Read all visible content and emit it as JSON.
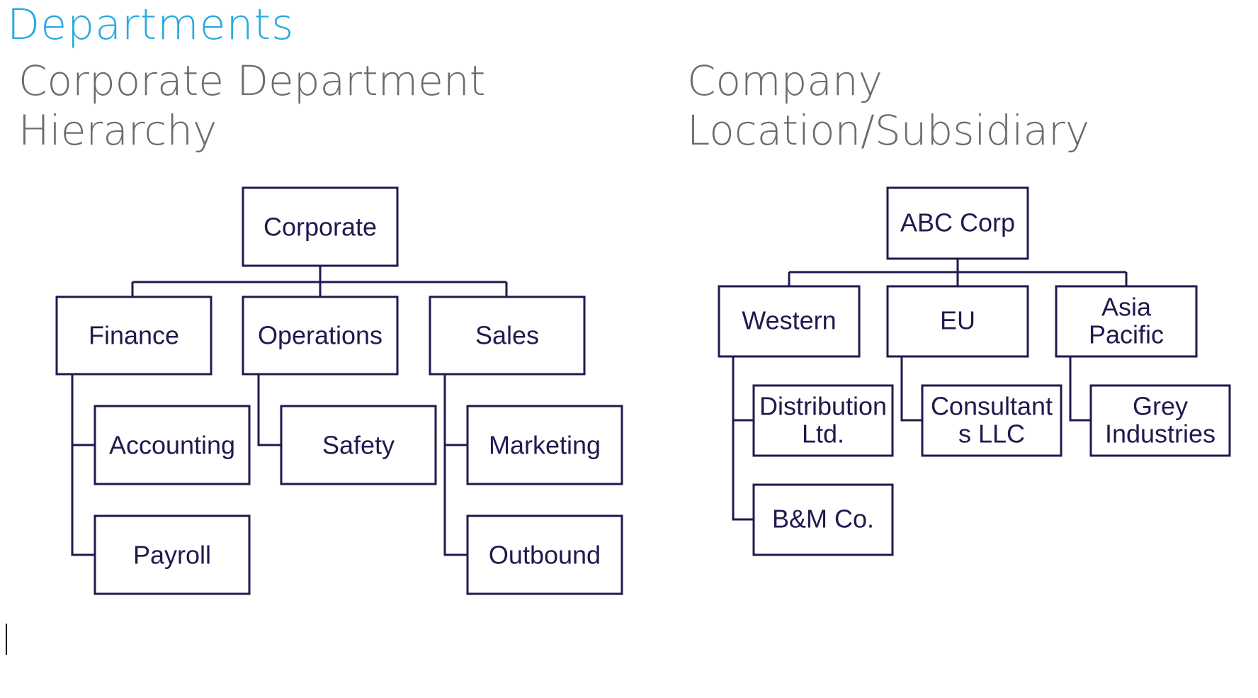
{
  "page": {
    "title": "Departments",
    "left_heading": "Corporate Department Hierarchy",
    "right_heading": "Company Location/Subsidiary"
  },
  "colors": {
    "title": "#29aae1",
    "heading": "#6b6b6b",
    "diagram": "#1f1a4e"
  },
  "left_tree": {
    "root": "Corporate",
    "branches": [
      {
        "label": "Finance",
        "children": [
          "Accounting",
          "Payroll"
        ]
      },
      {
        "label": "Operations",
        "children": [
          "Safety"
        ]
      },
      {
        "label": "Sales",
        "children": [
          "Marketing",
          "Outbound"
        ]
      }
    ]
  },
  "right_tree": {
    "root": "ABC Corp",
    "branches": [
      {
        "label": "Western",
        "children": [
          "Distribution Ltd.",
          "B&M Co."
        ]
      },
      {
        "label": "EU",
        "children": [
          "Consultants LLC"
        ]
      },
      {
        "label": "Asia Pacific",
        "children": [
          "Grey Industries"
        ]
      }
    ]
  }
}
